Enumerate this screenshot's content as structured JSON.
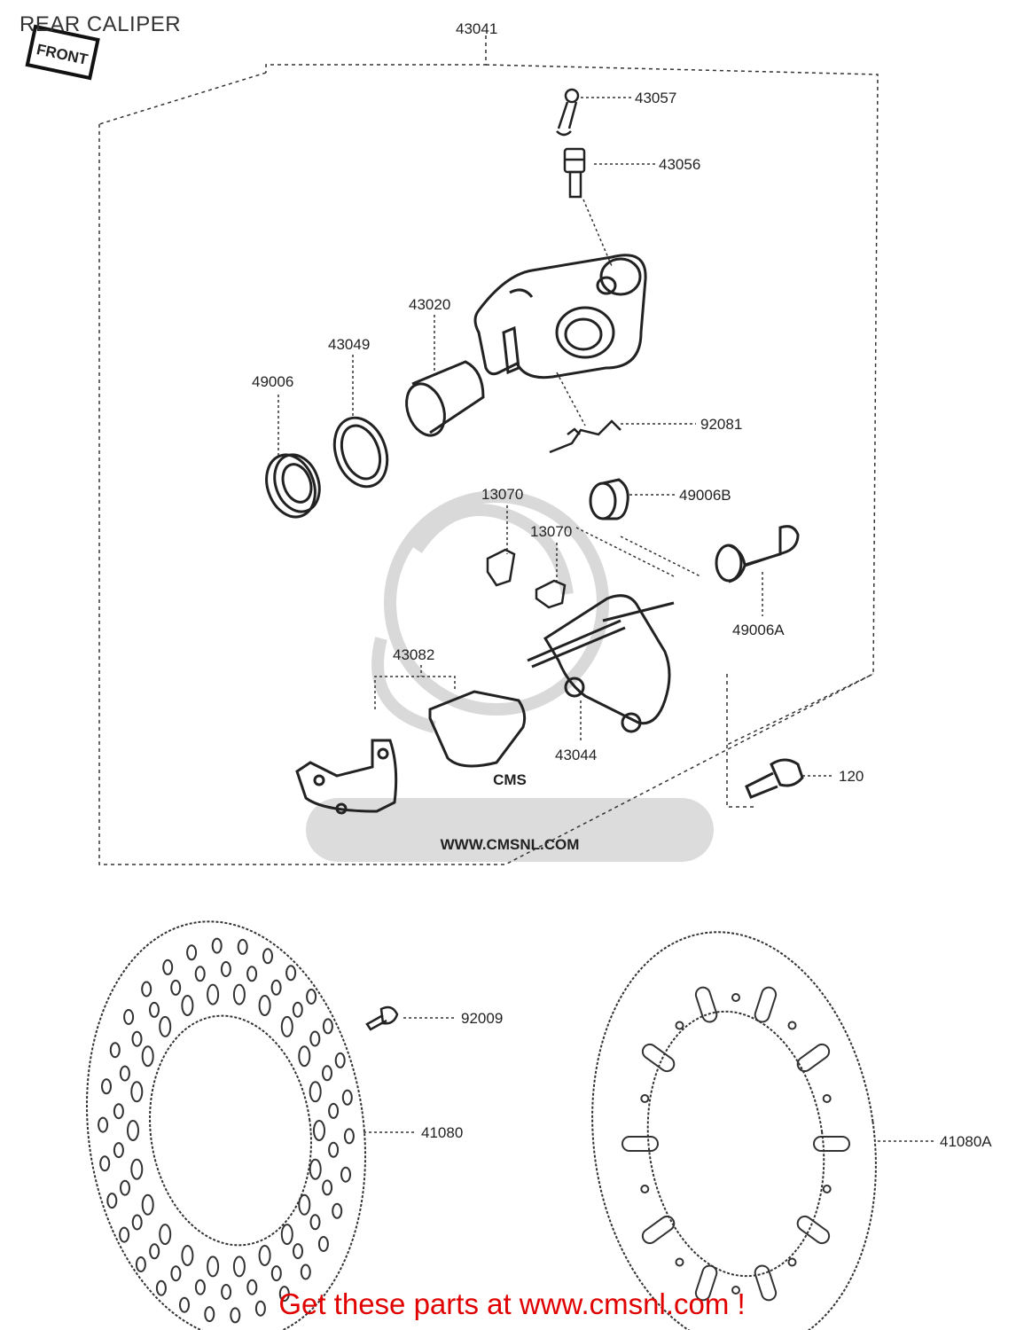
{
  "title": "REAR CALIPER",
  "front_stamp": "FRONT",
  "watermark": {
    "brand": "CMS",
    "url": "WWW.CMSNL.COM"
  },
  "parts": [
    {
      "id": "p43041",
      "number": "43041"
    },
    {
      "id": "p43057",
      "number": "43057"
    },
    {
      "id": "p43056",
      "number": "43056"
    },
    {
      "id": "p43020",
      "number": "43020"
    },
    {
      "id": "p43049",
      "number": "43049"
    },
    {
      "id": "p49006",
      "number": "49006"
    },
    {
      "id": "p92081",
      "number": "92081"
    },
    {
      "id": "p13070a",
      "number": "13070"
    },
    {
      "id": "p13070b",
      "number": "13070"
    },
    {
      "id": "p49006B",
      "number": "49006B"
    },
    {
      "id": "p49006A",
      "number": "49006A"
    },
    {
      "id": "p43082",
      "number": "43082"
    },
    {
      "id": "p43044",
      "number": "43044"
    },
    {
      "id": "p120",
      "number": "120"
    },
    {
      "id": "p92009",
      "number": "92009"
    },
    {
      "id": "p41080",
      "number": "41080"
    },
    {
      "id": "p41080A",
      "number": "41080A"
    }
  ],
  "footer": "Get these parts at www.cmsnl.com !",
  "colors": {
    "line": "#222222",
    "watermark": "#d8d8d8",
    "footer": "#e00000"
  }
}
